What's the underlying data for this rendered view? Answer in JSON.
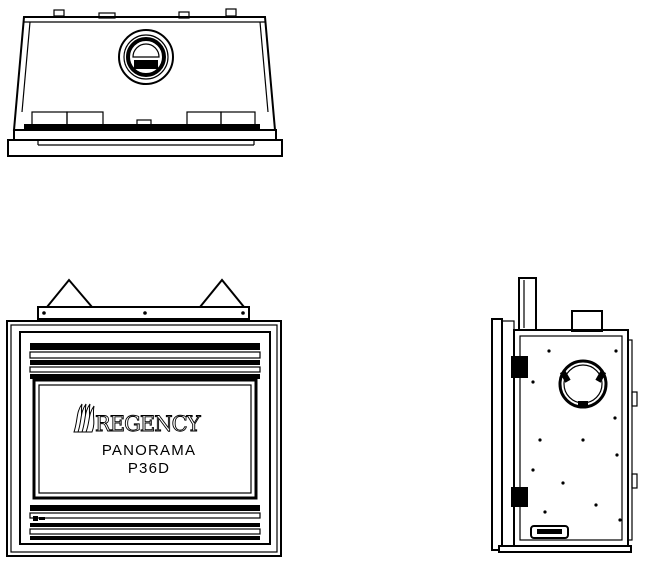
{
  "diagram": {
    "front_view": {
      "brand_text": "REGENCY",
      "model_name": "PANORAMA",
      "model_code": "P36D"
    }
  }
}
